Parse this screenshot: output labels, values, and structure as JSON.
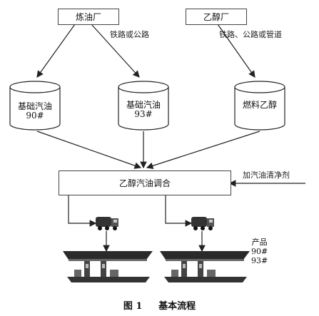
{
  "sources": {
    "refinery": "炼油厂",
    "ethanol_plant": "乙醇厂"
  },
  "routes": {
    "refinery_route": "铁路或公路",
    "ethanol_route": "铁路、公路或管道"
  },
  "tanks": [
    {
      "line1": "基础汽油",
      "line2": "90#"
    },
    {
      "line1": "基础汽油",
      "line2": "93#"
    },
    {
      "line1": "燃料乙醇",
      "line2": ""
    }
  ],
  "blending": {
    "label": "乙醇汽油调合",
    "additive": "加汽油清净剂"
  },
  "product": {
    "title": "产品",
    "grade1": "90#",
    "grade2": "93#"
  },
  "caption": {
    "figure_no": "图 1",
    "title": "基本流程"
  }
}
